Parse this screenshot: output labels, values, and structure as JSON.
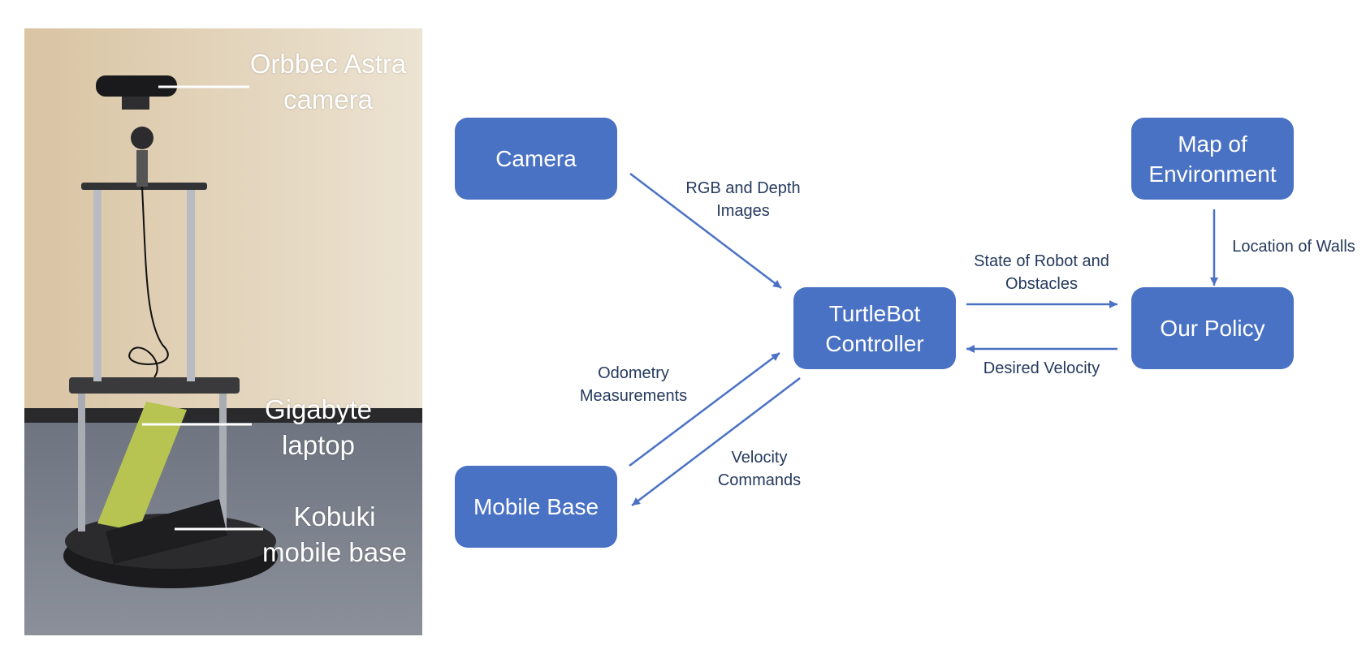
{
  "photo": {
    "labels": {
      "camera": "Orbbec Astra\ncamera",
      "laptop": "Gigabyte\nlaptop",
      "base": "Kobuki\nmobile base"
    }
  },
  "diagram": {
    "nodes": {
      "camera": "Camera",
      "map": "Map of\nEnvironment",
      "controller": "TurtleBot\nController",
      "policy": "Our Policy",
      "mobile_base": "Mobile Base"
    },
    "edges": {
      "rgb_depth": "RGB and Depth\nImages",
      "state": "State of Robot and\nObstacles",
      "desired_velocity": "Desired Velocity",
      "location_walls": "Location of Walls",
      "odometry": "Odometry\nMeasurements",
      "velocity_commands": "Velocity\nCommands"
    }
  },
  "colors": {
    "node_fill": "#4a72c4",
    "arrow": "#4a72c4",
    "edge_text": "#253a5e"
  }
}
